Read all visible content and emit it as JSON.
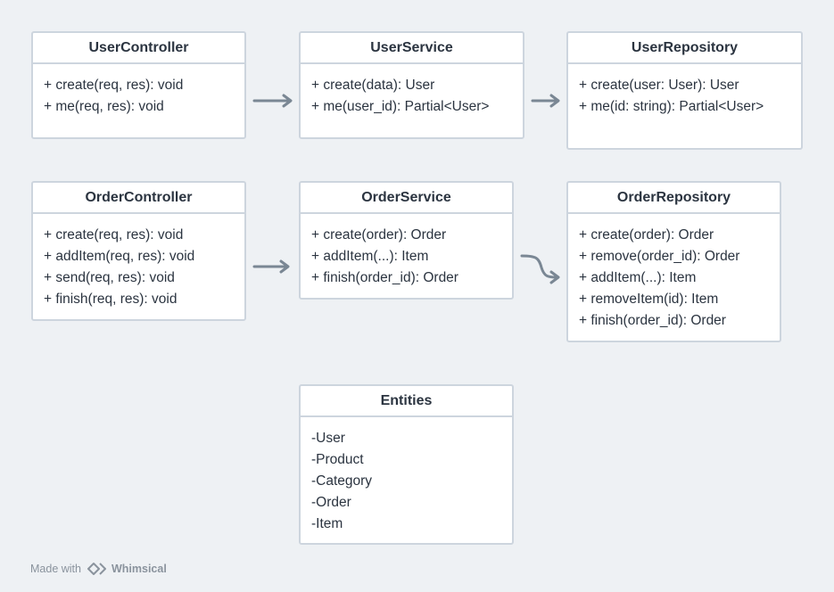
{
  "diagram": {
    "user_controller": {
      "title": "UserController",
      "members": [
        "+ create(req, res): void",
        "+ me(req, res): void"
      ]
    },
    "user_service": {
      "title": "UserService",
      "members": [
        "+ create(data): User",
        "+ me(user_id): Partial<User>"
      ]
    },
    "user_repository": {
      "title": "UserRepository",
      "members": [
        "+ create(user: User): User",
        "+ me(id: string): Partial<User>"
      ]
    },
    "order_controller": {
      "title": "OrderController",
      "members": [
        "+ create(req, res): void",
        "+ addItem(req, res): void",
        "+ send(req, res): void",
        "+ finish(req, res): void"
      ]
    },
    "order_service": {
      "title": "OrderService",
      "members": [
        "+ create(order): Order",
        "+ addItem(...): Item",
        "+ finish(order_id): Order"
      ]
    },
    "order_repository": {
      "title": "OrderRepository",
      "members": [
        "+ create(order): Order",
        "+ remove(order_id): Order",
        "+ addItem(...): Item",
        "+ removeItem(id): Item",
        "+ finish(order_id): Order"
      ]
    },
    "entities": {
      "title": "Entities",
      "members": [
        "-User",
        "-Product",
        "-Category",
        "-Order",
        "-Item"
      ]
    }
  },
  "footer": {
    "made_with": "Made with",
    "brand": "Whimsical"
  },
  "colors": {
    "background": "#eef1f4",
    "box_border": "#cdd5de",
    "arrow": "#7a8794",
    "text": "#2b3440"
  }
}
